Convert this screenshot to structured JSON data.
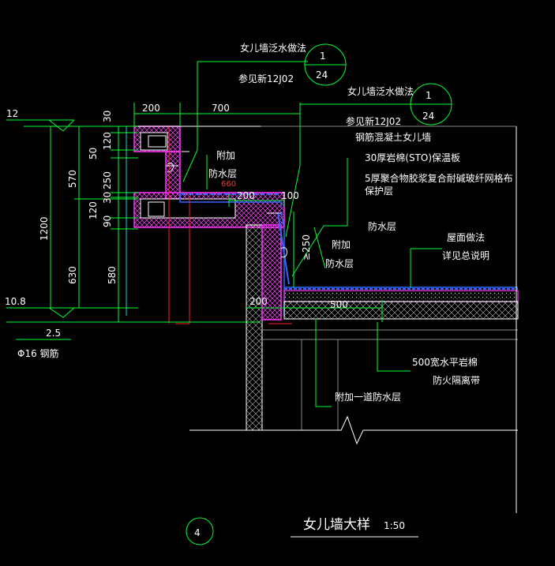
{
  "drawing": {
    "title": "女儿墙大样",
    "scale": "1:50",
    "detail_number": "4"
  },
  "callouts": {
    "flashing_top": {
      "label": "女儿墙泛水做法",
      "ref": "参见新12J02",
      "index_num": "1",
      "index_page": "24"
    },
    "flashing_mid": {
      "label": "女儿墙泛水做法",
      "ref": "参见新12J02",
      "index_num": "1",
      "index_page": "24"
    }
  },
  "notes": {
    "wall": "钢筋混凝土女儿墙",
    "insulation": "30厚岩棉(STO)保温板",
    "mesh_line1": "5厚聚合物胶浆复合耐碱玻纤网格布",
    "mesh_line2": "保护层",
    "extra_wp_top_line1": "附加",
    "extra_wp_top_line2": "防水层",
    "waterproof": "防水层",
    "extra_wp_mid_line1": "附加",
    "extra_wp_mid_line2": "防水层",
    "roof_line1": "屋面做法",
    "roof_line2": "详见总说明",
    "firebreak_line1": "500宽水平岩棉",
    "firebreak_line2": "防火隔离带",
    "extra_wp_bottom": "附加一道防水层",
    "rebar": "Φ16 钢筋"
  },
  "dimensions": {
    "top_h": [
      "200",
      "700"
    ],
    "mid_h1": "200",
    "mid_h2": "100",
    "bottom_h1": "200",
    "bottom_h2": "500",
    "red_660": "660",
    "vert_col1": [
      "30",
      "120",
      "50",
      "250",
      "30",
      "120",
      "90"
    ],
    "vert_570": "570",
    "vert_630": "630",
    "vert_580": "580",
    "vert_1200": "1200",
    "vert_250": "≥250",
    "elev_top": "12",
    "elev_bottom": "10.8",
    "left_25": "2.5"
  }
}
